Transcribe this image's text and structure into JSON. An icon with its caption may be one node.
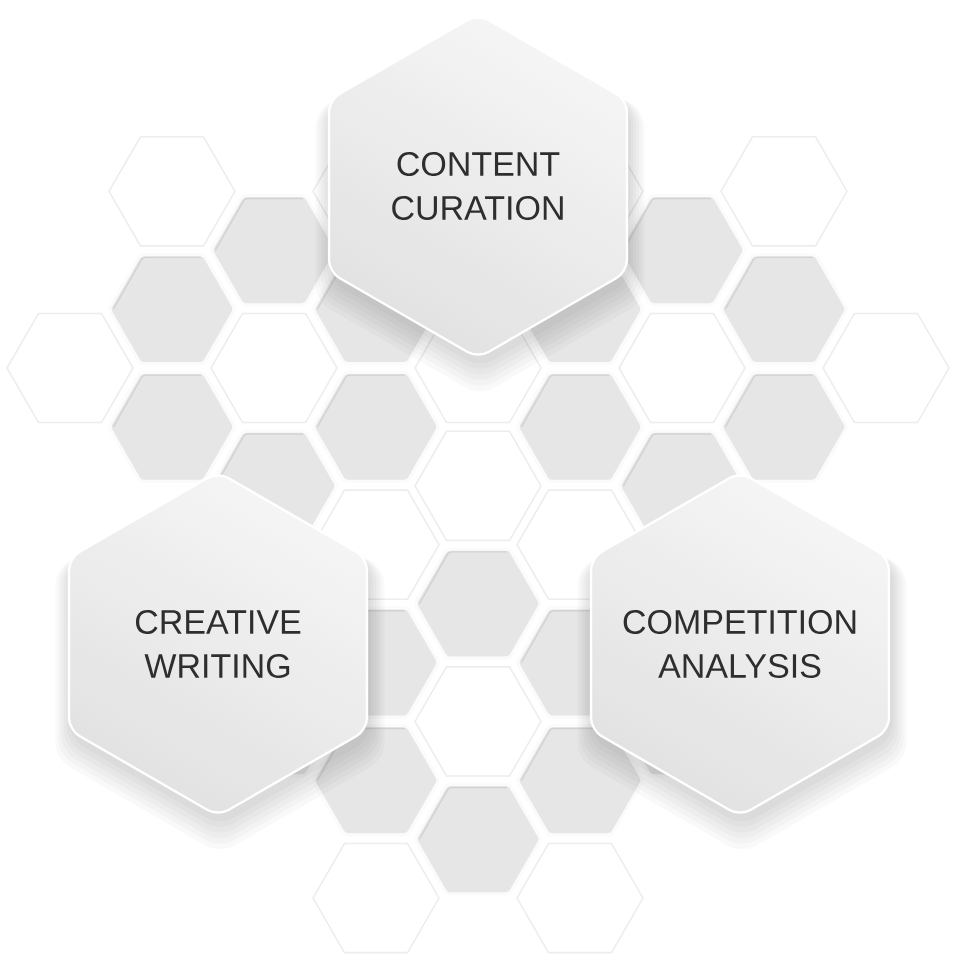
{
  "diagram": {
    "nodes": [
      {
        "text": [
          "CONTENT CURATION"
        ]
      },
      {
        "text": [
          "CREATIVE WRITING"
        ]
      },
      {
        "text": [
          "COMPETITION ANALYSIS"
        ]
      }
    ]
  }
}
